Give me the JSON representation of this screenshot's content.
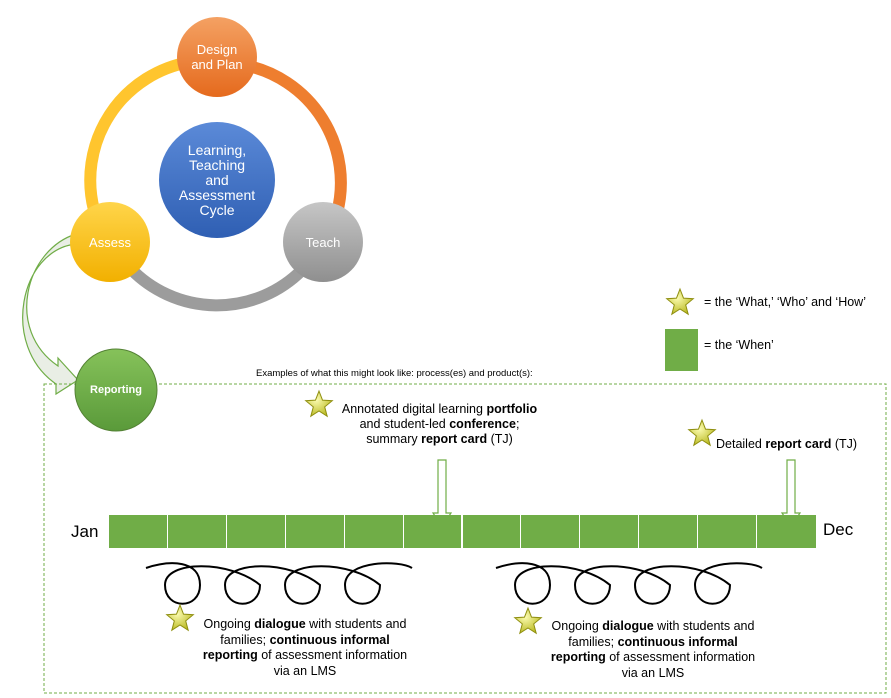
{
  "cycle": {
    "center": [
      "Learning,",
      "Teaching",
      "and",
      "Assessment",
      "Cycle"
    ],
    "design_plan": [
      "Design",
      "and Plan"
    ],
    "teach": "Teach",
    "assess": "Assess",
    "reporting": "Reporting"
  },
  "legend": {
    "what_who_how": "= the ‘What,’ ‘Who’ and ‘How’",
    "when": "= the ‘When’"
  },
  "examples_caption": "Examples of what this might look like: process(es) and product(s):",
  "timeline": {
    "start": "Jan",
    "end": "Dec",
    "months_count": 12
  },
  "callouts": {
    "midyear": [
      [
        {
          "t": "Annotated digital learning ",
          "b": false
        },
        {
          "t": "portfolio",
          "b": true
        }
      ],
      [
        {
          "t": "and student-led ",
          "b": false
        },
        {
          "t": "conference",
          "b": true
        },
        {
          "t": ";",
          "b": false
        }
      ],
      [
        {
          "t": "summary ",
          "b": false
        },
        {
          "t": "report card",
          "b": true
        },
        {
          "t": " (TJ)",
          "b": false
        }
      ]
    ],
    "endyear": [
      [
        {
          "t": "Detailed ",
          "b": false
        },
        {
          "t": "report card",
          "b": true
        },
        {
          "t": " (TJ)",
          "b": false
        }
      ]
    ],
    "ongoing_left": [
      [
        {
          "t": "Ongoing ",
          "b": false
        },
        {
          "t": "dialogue",
          "b": true
        },
        {
          "t": " with students and",
          "b": false
        }
      ],
      [
        {
          "t": "families; ",
          "b": false
        },
        {
          "t": "continuous informal",
          "b": true
        }
      ],
      [
        {
          "t": "reporting",
          "b": true
        },
        {
          "t": " of assessment information",
          "b": false
        }
      ],
      [
        {
          "t": "via an LMS",
          "b": false
        }
      ]
    ],
    "ongoing_right": [
      [
        {
          "t": "Ongoing ",
          "b": false
        },
        {
          "t": "dialogue",
          "b": true
        },
        {
          "t": " with students and",
          "b": false
        }
      ],
      [
        {
          "t": "families; ",
          "b": false
        },
        {
          "t": "continuous informal",
          "b": true
        }
      ],
      [
        {
          "t": "reporting",
          "b": true
        },
        {
          "t": " of assessment information",
          "b": false
        }
      ],
      [
        {
          "t": "via an LMS",
          "b": false
        }
      ]
    ]
  },
  "colors": {
    "design": "#ed7d31",
    "teach": "#a5a5a5",
    "assess": "#ffc000",
    "center": "#4472c4",
    "green": "#70ad47",
    "dark_green": "#548235",
    "star": "#e5e53a"
  }
}
